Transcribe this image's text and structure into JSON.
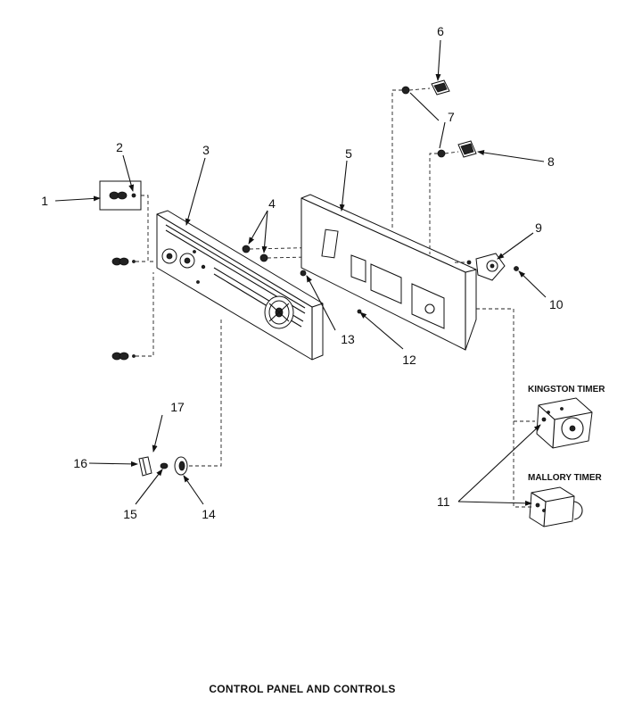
{
  "caption": "CONTROL PANEL AND CONTROLS",
  "timers": {
    "kingston": "KINGSTON TIMER",
    "mallory": "MALLORY TIMER"
  },
  "callouts": {
    "c1": "1",
    "c2": "2",
    "c3": "3",
    "c4": "4",
    "c5": "5",
    "c6": "6",
    "c7": "7",
    "c8": "8",
    "c9": "9",
    "c10": "10",
    "c11": "11",
    "c12": "12",
    "c13": "13",
    "c14": "14",
    "c15": "15",
    "c16": "16",
    "c17": "17"
  }
}
